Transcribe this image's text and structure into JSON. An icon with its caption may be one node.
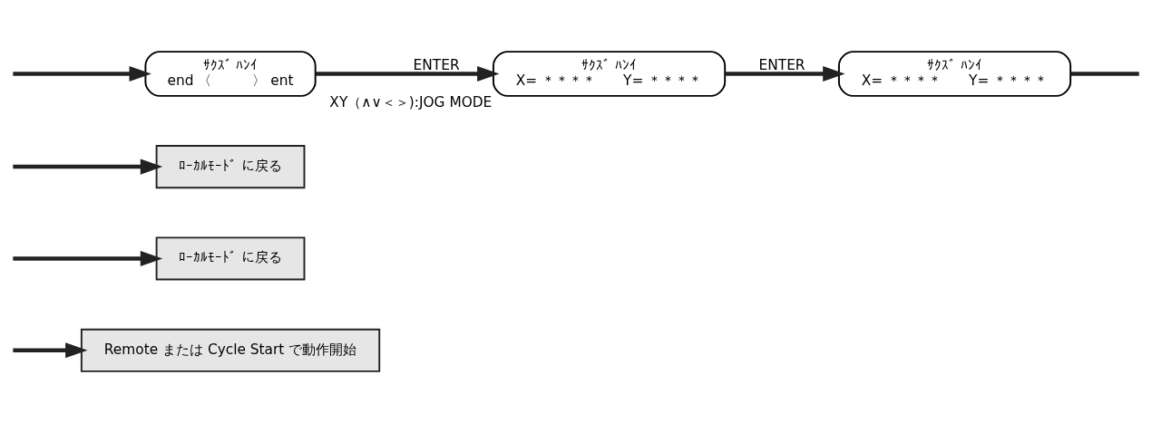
{
  "diagram": {
    "nodes": [
      {
        "text": [
          "ｻｸｽﾞ ﾊﾝｲ",
          "end 〈　　　〉 ent"
        ]
      },
      {
        "text": [
          "ｻｸｽﾞ ﾊﾝｲ",
          "X= ＊＊＊＊　　Y= ＊＊＊＊"
        ],
        "beside": [
          "XY（∧∨＜＞):JOG MODE"
        ]
      },
      {
        "text": [
          "ｻｸｽﾞ ﾊﾝｲ",
          "X= ＊＊＊＊　　Y= ＊＊＊＊"
        ]
      },
      {
        "text": [
          "ﾛｰｶﾙﾓｰﾄﾞ に戻る"
        ]
      },
      {
        "text": [
          "ﾛｰｶﾙﾓｰﾄﾞ に戻る"
        ]
      },
      {
        "text": [
          "Remote または Cycle Start で動作開始"
        ]
      }
    ],
    "edges": [
      {
        "from": null,
        "to": 0,
        "arrow": "to"
      },
      {
        "from": 0,
        "to": 1,
        "arrow": "to",
        "label": "ENTER"
      },
      {
        "from": 1,
        "to": 2,
        "arrow": "to",
        "label": "ENTER"
      },
      {
        "from": 2,
        "to": null,
        "arrow": "none"
      },
      {
        "from": null,
        "to": 3,
        "arrow": "to"
      },
      {
        "from": null,
        "to": 4,
        "arrow": "to"
      },
      {
        "from": null,
        "to": 5,
        "arrow": "to"
      }
    ]
  }
}
